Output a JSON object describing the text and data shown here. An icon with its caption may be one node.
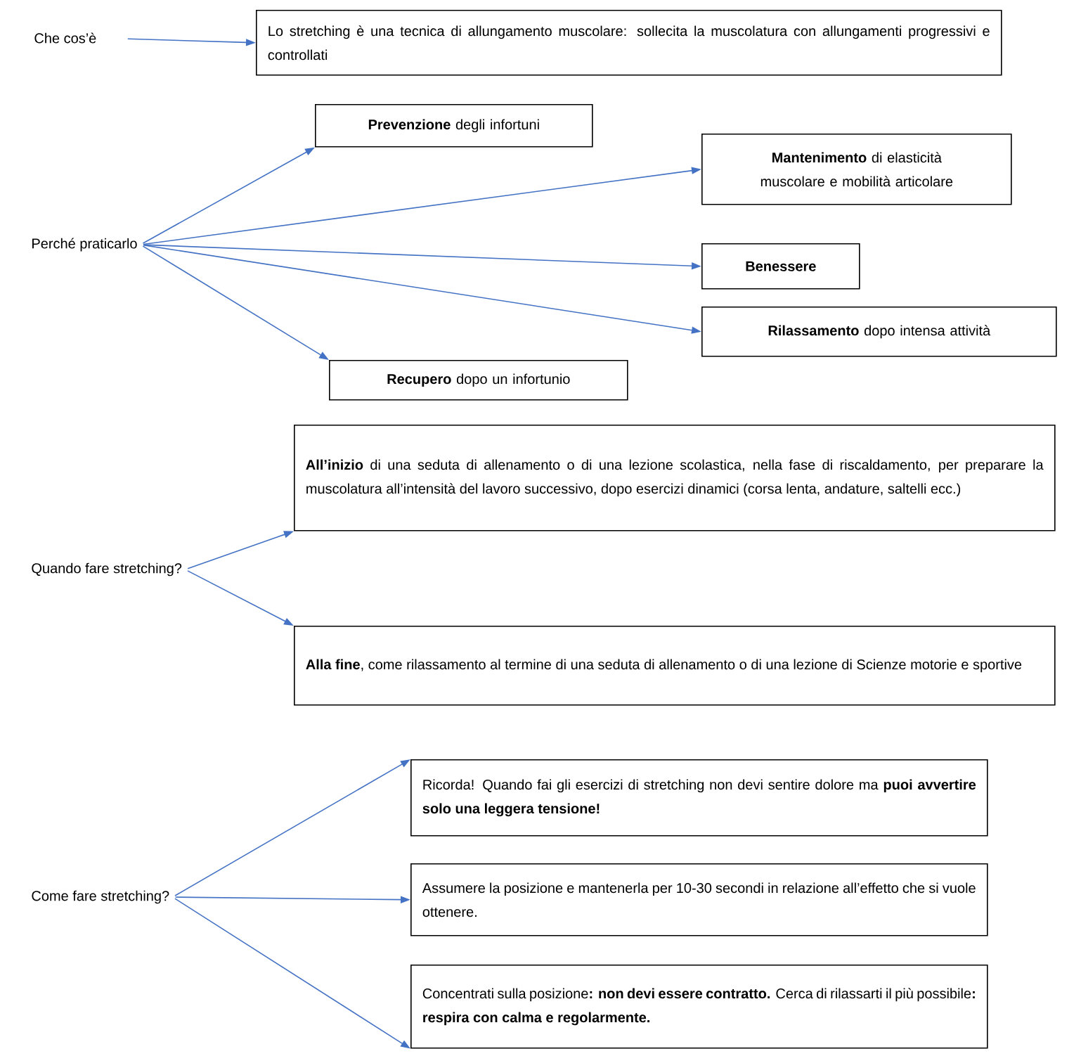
{
  "diagram": {
    "nodes": [
      {
        "text": [
          "Che cos’è"
        ]
      },
      {
        "text": [
          "Lo stretching è una tecnica di allungamento muscolare: sollecita la muscolatura con allungamenti progressivi e controllati"
        ]
      },
      {
        "text": [
          "Perché praticarlo"
        ]
      },
      {
        "text": [
          "**Prevenzione** degli infortuni"
        ]
      },
      {
        "text": [
          "**Mantenimento** di elasticità muscolare e mobilità articolare"
        ]
      },
      {
        "text": [
          "**Benessere**"
        ]
      },
      {
        "text": [
          "**Rilassamento** dopo intensa attività"
        ]
      },
      {
        "text": [
          "**Recupero** dopo un infortunio"
        ]
      },
      {
        "text": [
          "Quando fare stretching?"
        ]
      },
      {
        "text": [
          "**All’inizio** di una seduta di allenamento o di una lezione scolastica, nella fase di riscaldamento, per preparare la muscolatura all’intensità del lavoro successivo, dopo esercizi dinamici (corsa lenta, andature, saltelli ecc.)"
        ]
      },
      {
        "text": [
          "**Alla fine**, come rilassamento al termine di una seduta di allenamento o di una lezione di Scienze motorie e sportive"
        ]
      },
      {
        "text": [
          "Come fare stretching?"
        ]
      },
      {
        "text": [
          "Ricorda! Quando fai gli esercizi di stretching non devi sentire dolore ma **puoi avvertire solo una leggera tensione!**"
        ]
      },
      {
        "text": [
          "Assumere la posizione e mantenerla per 10-30 secondi in relazione all’effetto che si vuole ottenere."
        ]
      },
      {
        "text": [
          "Concentrati sulla posizione**: non devi essere contratto.** Cerca di rilassarti il più possibile**: respira con calma e regolarmente.**"
        ]
      }
    ],
    "edges": [
      {
        "from": 0,
        "to": 1,
        "arrow": "to"
      },
      {
        "from": 2,
        "to": 3,
        "arrow": "to"
      },
      {
        "from": 2,
        "to": 4,
        "arrow": "to"
      },
      {
        "from": 2,
        "to": 5,
        "arrow": "to"
      },
      {
        "from": 2,
        "to": 6,
        "arrow": "to"
      },
      {
        "from": 2,
        "to": 7,
        "arrow": "to"
      },
      {
        "from": 8,
        "to": 9,
        "arrow": "to"
      },
      {
        "from": 8,
        "to": 10,
        "arrow": "to"
      },
      {
        "from": 11,
        "to": 12,
        "arrow": "to"
      },
      {
        "from": 11,
        "to": 13,
        "arrow": "to"
      },
      {
        "from": 11,
        "to": 14,
        "arrow": "to"
      }
    ]
  }
}
